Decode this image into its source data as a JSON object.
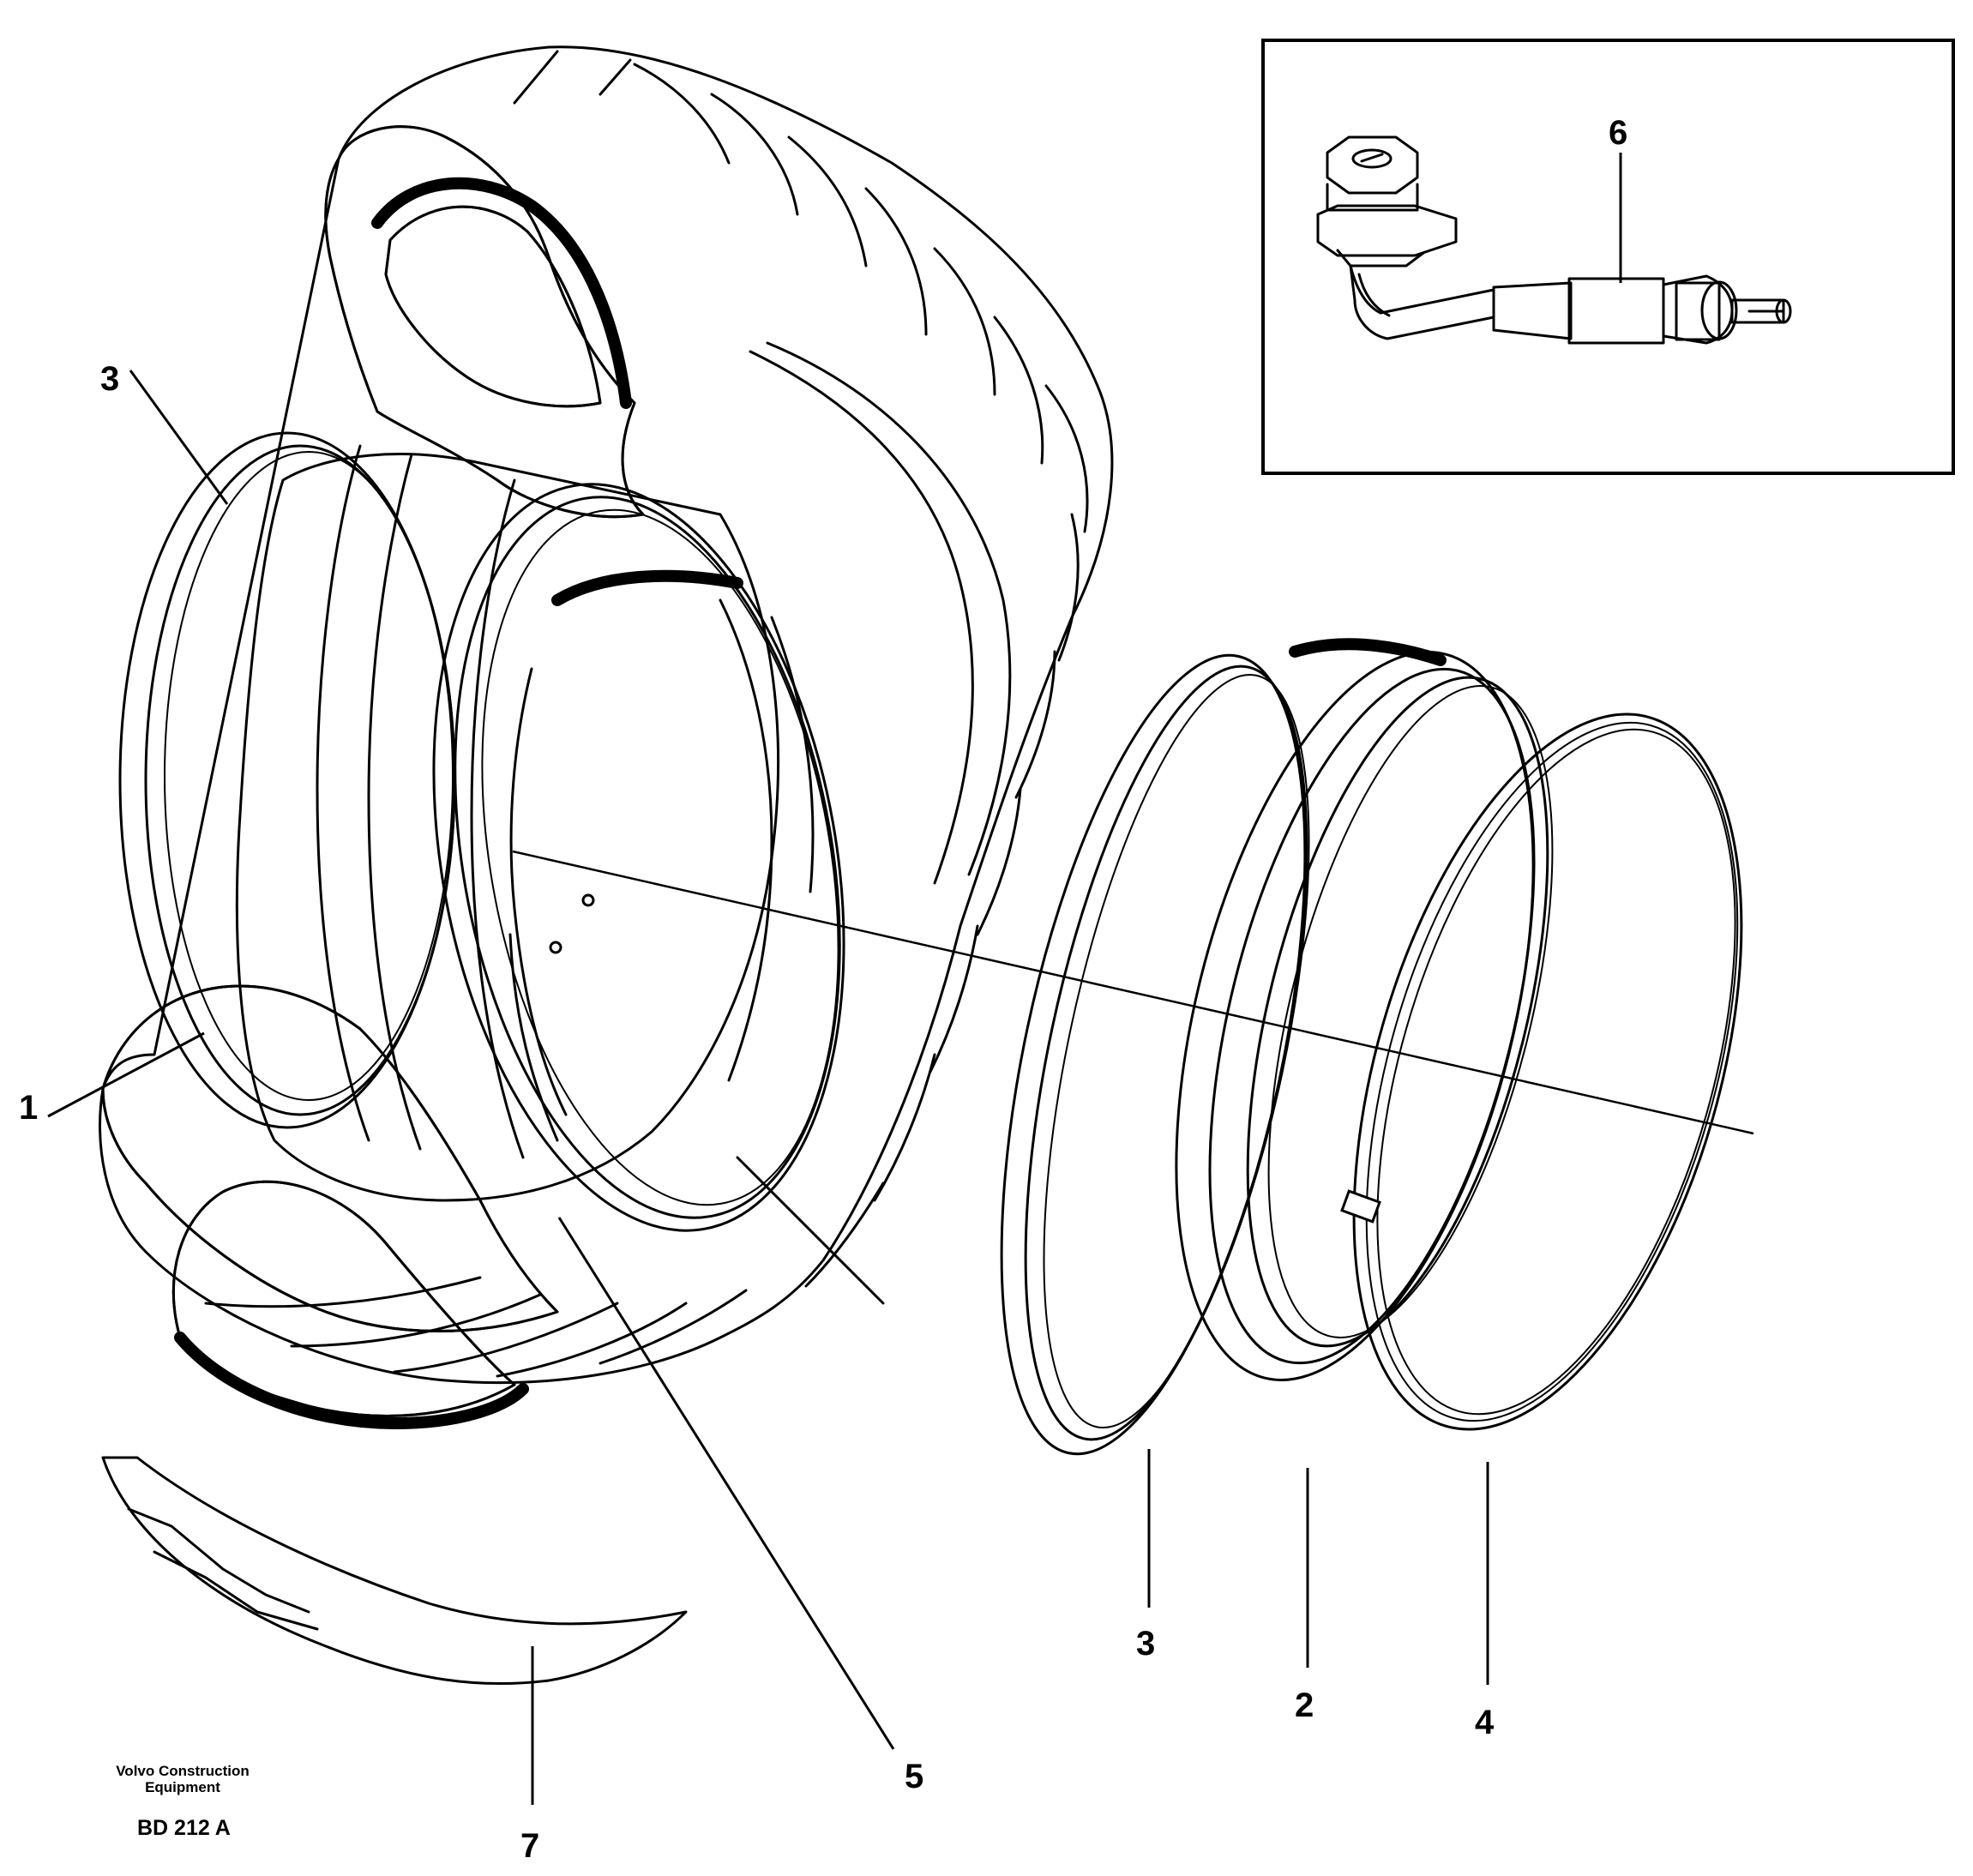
{
  "callouts": {
    "c1": "1",
    "c2": "2",
    "c3_upper": "3",
    "c3_lower": "3",
    "c4": "4",
    "c5": "5",
    "c6": "6",
    "c7": "7"
  },
  "footer": {
    "company_line1": "Volvo Construction",
    "company_line2": "Equipment",
    "drawing_code": "BD 212 A"
  }
}
